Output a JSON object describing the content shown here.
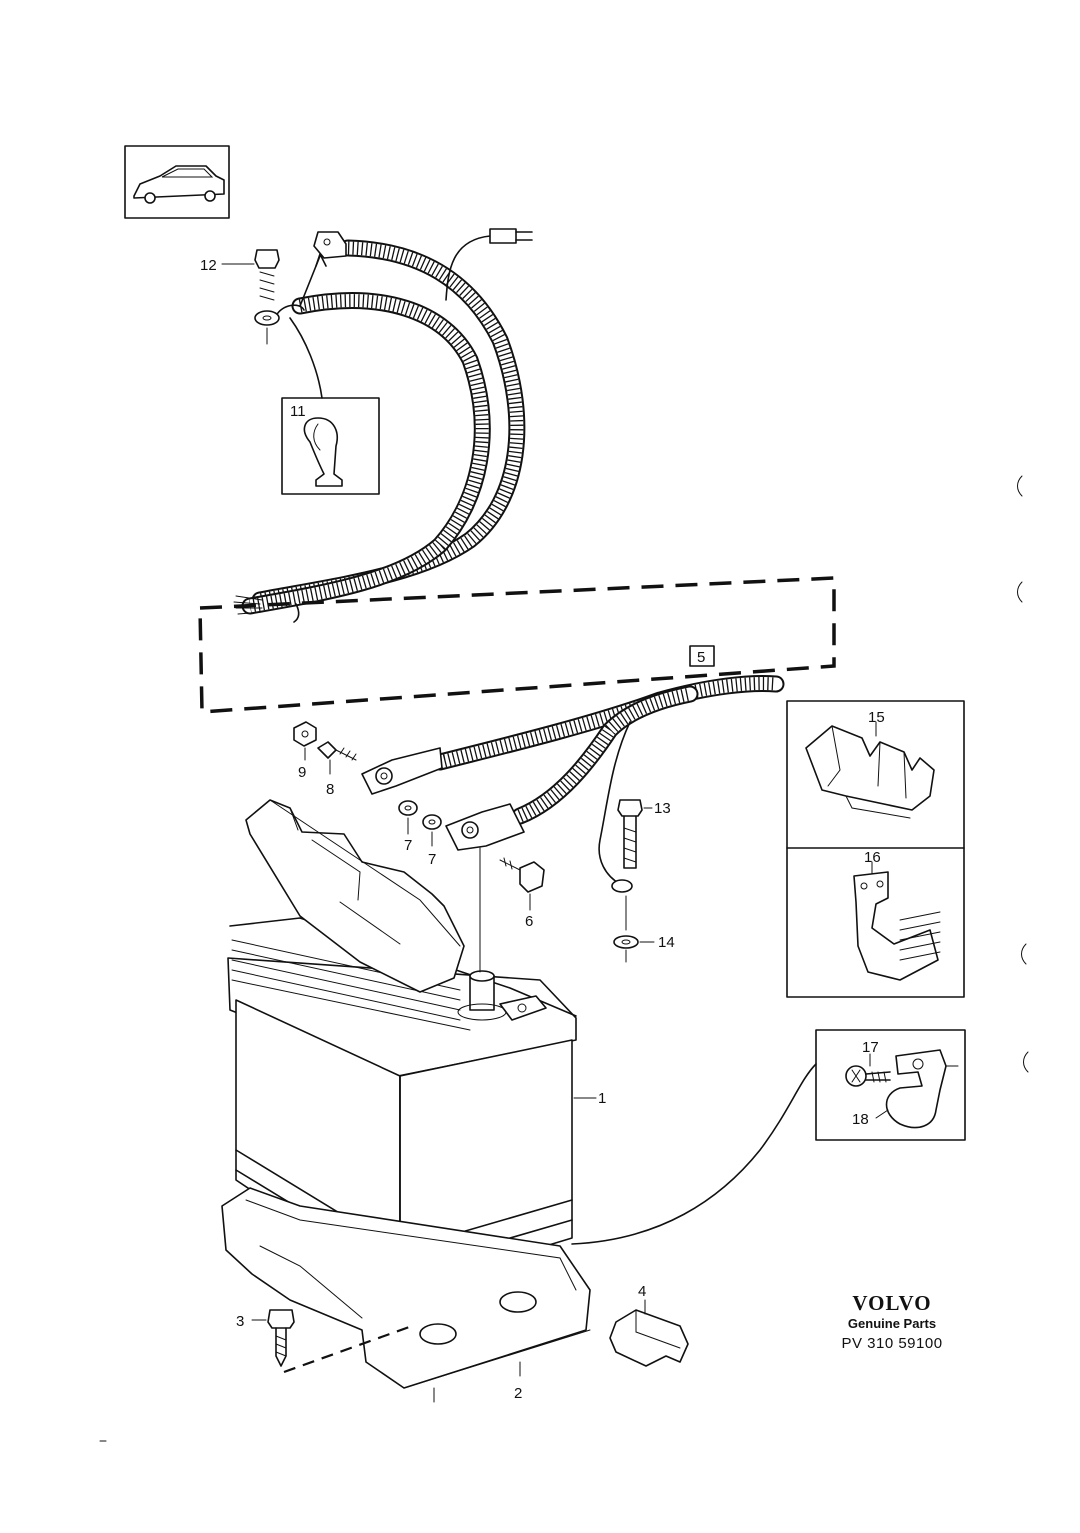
{
  "parts": {
    "p1": "1",
    "p2": "2",
    "p3": "3",
    "p4": "4",
    "p5": "5",
    "p6": "6",
    "p7a": "7",
    "p7b": "7",
    "p8": "8",
    "p9": "9",
    "p11": "11",
    "p12": "12",
    "p13": "13",
    "p14": "14",
    "p15": "15",
    "p16": "16",
    "p17": "17",
    "p18": "18"
  },
  "brand": {
    "name": "VOLVO",
    "subtitle": "Genuine Parts",
    "code": "PV 310 59100"
  }
}
